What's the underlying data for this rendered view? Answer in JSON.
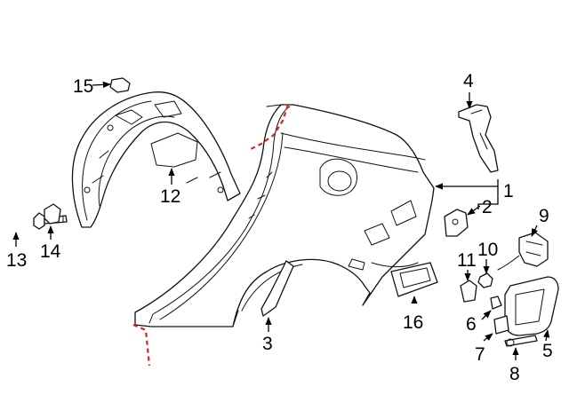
{
  "callouts": {
    "c1": "1",
    "c2": "2",
    "c3": "3",
    "c4": "4",
    "c5": "5",
    "c6": "6",
    "c7": "7",
    "c8": "8",
    "c9": "9",
    "c10": "10",
    "c11": "11",
    "c12": "12",
    "c13": "13",
    "c14": "14",
    "c15": "15",
    "c16": "16"
  },
  "colors": {
    "line": "#111111",
    "cut_line": "#e02020",
    "background": "#ffffff"
  }
}
